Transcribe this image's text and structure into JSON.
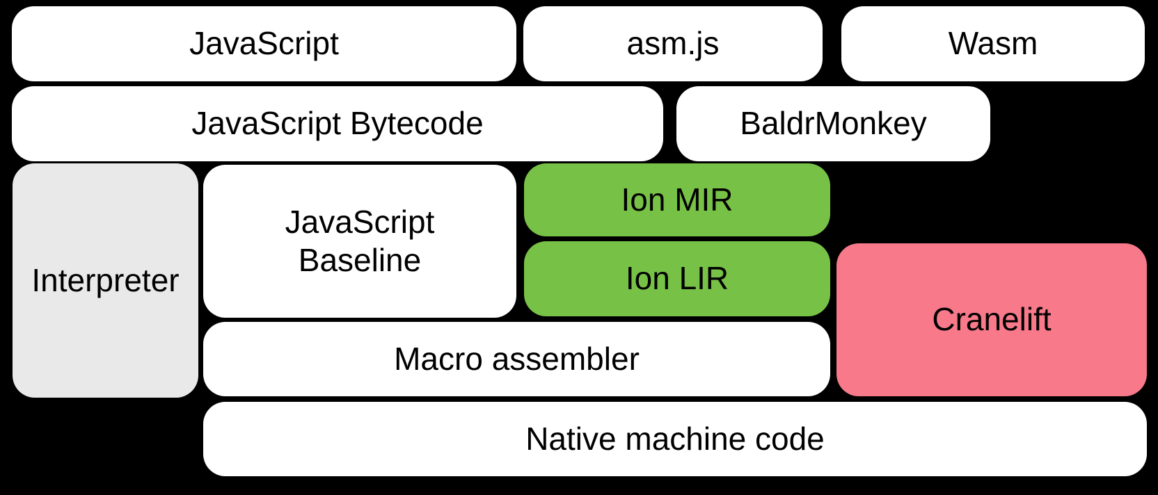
{
  "diagram": {
    "colors": {
      "background": "#000000",
      "text": "#000000",
      "box_default": "#ffffff",
      "box_highlight_green": "#77c246",
      "box_highlight_pink": "#f7798a",
      "box_muted_gray": "#e9e9e9"
    },
    "boxes": {
      "javascript": {
        "label": "JavaScript"
      },
      "asmjs": {
        "label": "asm.js"
      },
      "wasm": {
        "label": "Wasm"
      },
      "bytecode": {
        "label": "JavaScript Bytecode"
      },
      "baldrmonkey": {
        "label": "BaldrMonkey"
      },
      "interpreter": {
        "label": "Interpreter"
      },
      "baseline": {
        "label": "JavaScript\nBaseline"
      },
      "ion_mir": {
        "label": "Ion MIR"
      },
      "ion_lir": {
        "label": "Ion LIR"
      },
      "cranelift": {
        "label": "Cranelift"
      },
      "macro_assembler": {
        "label": "Macro assembler"
      },
      "native": {
        "label": "Native machine code"
      }
    }
  }
}
